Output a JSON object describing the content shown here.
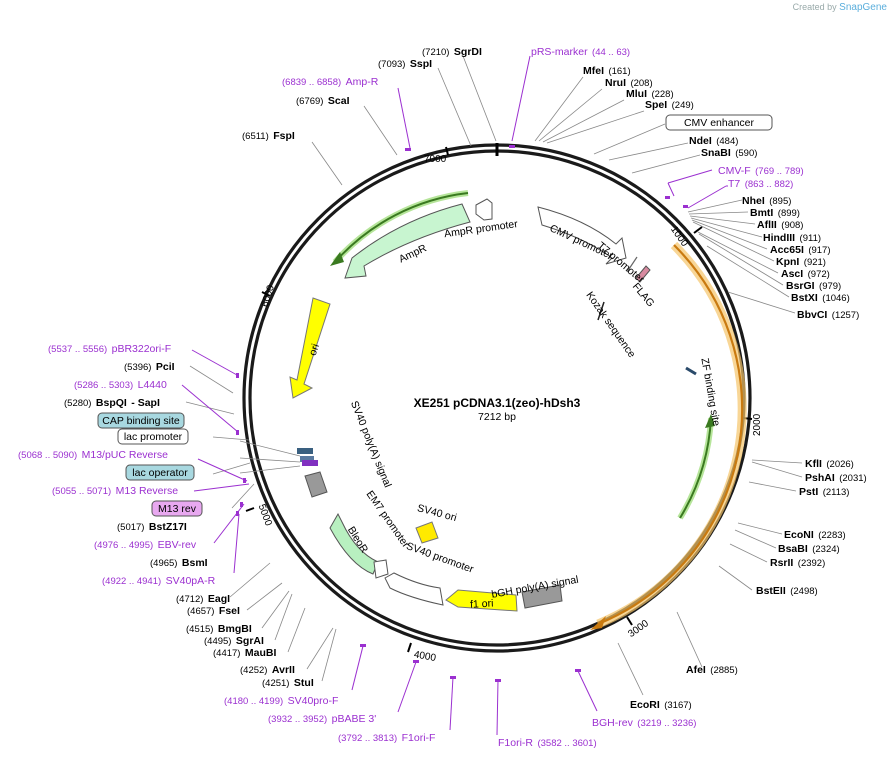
{
  "brand": {
    "created_by": "Created by",
    "name": "SnapGene"
  },
  "plasmid": {
    "name": "XE251 pCDNA3.1(zeo)-hDsh3",
    "size": "7212 bp"
  },
  "ticks": [
    "1000",
    "2000",
    "3000",
    "4000",
    "5000",
    "6000",
    "7000"
  ],
  "colors": {
    "primer": "#9b30d0",
    "ori": "#ffff00",
    "bleo": "#b8f0c0",
    "cds": "#f5a623"
  },
  "enzymes": [
    {
      "name": "SgrDI",
      "pos": "(7210)"
    },
    {
      "name": "SspI",
      "pos": "(7093)"
    },
    {
      "name": "ScaI",
      "pos": "(6769)"
    },
    {
      "name": "FspI",
      "pos": "(6511)"
    },
    {
      "name": "MfeI",
      "pos": "(161)"
    },
    {
      "name": "NruI",
      "pos": "(208)"
    },
    {
      "name": "MluI",
      "pos": "(228)"
    },
    {
      "name": "SpeI",
      "pos": "(249)"
    },
    {
      "name": "NdeI",
      "pos": "(484)"
    },
    {
      "name": "SnaBI",
      "pos": "(590)"
    },
    {
      "name": "NheI",
      "pos": "(895)"
    },
    {
      "name": "BmtI",
      "pos": "(899)"
    },
    {
      "name": "AflII",
      "pos": "(908)"
    },
    {
      "name": "HindIII",
      "pos": "(911)"
    },
    {
      "name": "Acc65I",
      "pos": "(917)"
    },
    {
      "name": "KpnI",
      "pos": "(921)"
    },
    {
      "name": "AscI",
      "pos": "(972)"
    },
    {
      "name": "BsrGI",
      "pos": "(979)"
    },
    {
      "name": "BstXI",
      "pos": "(1046)"
    },
    {
      "name": "BbvCI",
      "pos": "(1257)"
    },
    {
      "name": "KflI",
      "pos": "(2026)"
    },
    {
      "name": "PshAI",
      "pos": "(2031)"
    },
    {
      "name": "PstI",
      "pos": "(2113)"
    },
    {
      "name": "EcoNI",
      "pos": "(2283)"
    },
    {
      "name": "BsaBI",
      "pos": "(2324)"
    },
    {
      "name": "RsrII",
      "pos": "(2392)"
    },
    {
      "name": "BstEII",
      "pos": "(2498)"
    },
    {
      "name": "AfeI",
      "pos": "(2885)"
    },
    {
      "name": "EcoRI",
      "pos": "(3167)"
    },
    {
      "name": "PciI",
      "pos": "(5396)"
    },
    {
      "name": "BspQI",
      "pos": "(5280)"
    },
    {
      "name": "SapI",
      "pos": ""
    },
    {
      "name": "BstZ17I",
      "pos": "(5017)"
    },
    {
      "name": "BsmI",
      "pos": "(4965)"
    },
    {
      "name": "EagI",
      "pos": "(4712)"
    },
    {
      "name": "FseI",
      "pos": "(4657)"
    },
    {
      "name": "BmgBI",
      "pos": "(4515)"
    },
    {
      "name": "SgrAI",
      "pos": "(4495)"
    },
    {
      "name": "MauBI",
      "pos": "(4417)"
    },
    {
      "name": "AvrII",
      "pos": "(4252)"
    },
    {
      "name": "StuI",
      "pos": "(4251)"
    }
  ],
  "primers": [
    {
      "name": "pRS-marker",
      "range": "(44 .. 63)"
    },
    {
      "name": "Amp-R",
      "range": "(6839 .. 6858)"
    },
    {
      "name": "CMV-F",
      "range": "(769 .. 789)"
    },
    {
      "name": "T7",
      "range": "(863 .. 882)"
    },
    {
      "name": "pBR322ori-F",
      "range": "(5537 .. 5556)"
    },
    {
      "name": "L4440",
      "range": "(5286 .. 5303)"
    },
    {
      "name": "M13/pUC Reverse",
      "range": "(5068 .. 5090)"
    },
    {
      "name": "M13 Reverse",
      "range": "(5055 .. 5071)"
    },
    {
      "name": "EBV-rev",
      "range": "(4976 .. 4995)"
    },
    {
      "name": "SV40pA-R",
      "range": "(4922 .. 4941)"
    },
    {
      "name": "SV40pro-F",
      "range": "(4180 .. 4199)"
    },
    {
      "name": "pBABE 3'",
      "range": "(3932 .. 3952)"
    },
    {
      "name": "F1ori-F",
      "range": "(3792 .. 3813)"
    },
    {
      "name": "F1ori-R",
      "range": "(3582 .. 3601)"
    },
    {
      "name": "BGH-rev",
      "range": "(3219 .. 3236)"
    }
  ],
  "boxed": [
    {
      "name": "CMV enhancer"
    },
    {
      "name": "CAP binding site"
    },
    {
      "name": "lac promoter"
    },
    {
      "name": "lac operator"
    },
    {
      "name": "M13 rev"
    }
  ],
  "features": {
    "cmv_promoter": "CMV promoter",
    "t7_promoter": "T7 promoter",
    "flag": "FLAG",
    "kozak": "Kozak sequence",
    "zf": "ZF binding site",
    "ampr_promoter": "AmpR promoter",
    "ampr": "AmpR",
    "ori": "ori",
    "sv40_polya": "SV40 poly(A) signal",
    "em7": "EM7 promoter",
    "bleor": "BleoR",
    "sv40_promoter": "SV40 promoter",
    "sv40_ori": "SV40 ori",
    "bgh": "bGH poly(A) signal",
    "f1ori": "f1 ori"
  }
}
